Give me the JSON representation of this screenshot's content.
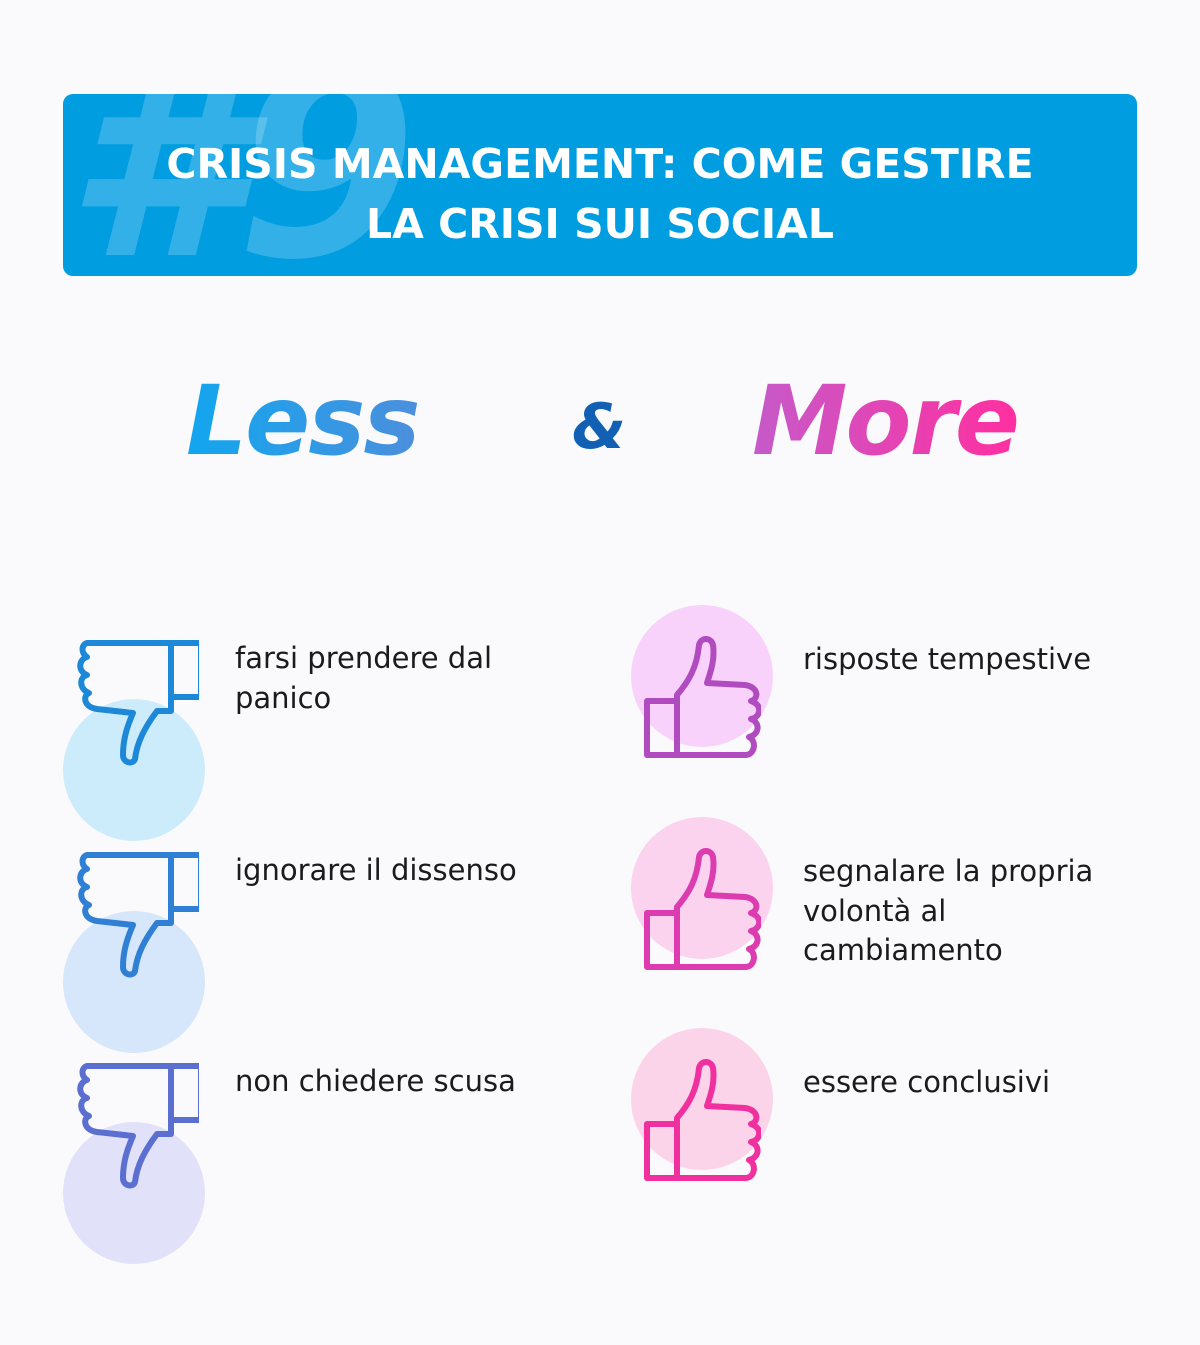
{
  "banner": {
    "watermark": "#9",
    "title_line1": "CRISIS MANAGEMENT: COME GESTIRE",
    "title_line2": "LA CRISI SUI SOCIAL",
    "color": "#009de1"
  },
  "headings": {
    "less": "Less",
    "amp": "&",
    "more": "More"
  },
  "less_items": [
    {
      "icon": "thumbs-down-icon",
      "label": "farsi prendere dal panico",
      "stroke": "#1e88d8",
      "bg": "#cdecfb"
    },
    {
      "icon": "thumbs-down-icon",
      "label": "ignorare il dissenso",
      "stroke": "#2f7fd4",
      "bg": "#d6e6fb"
    },
    {
      "icon": "thumbs-down-icon",
      "label": "non chiedere scusa",
      "stroke": "#5a6fcf",
      "bg": "#e1e1f9"
    }
  ],
  "more_items": [
    {
      "icon": "thumbs-up-icon",
      "label": "risposte tempestive",
      "stroke": "#b04cc0",
      "bg": "#f8d2fa"
    },
    {
      "icon": "thumbs-up-icon",
      "label": "segnalare la propria volontà al cambiamento",
      "stroke": "#dc3cb0",
      "bg": "#fbd3ee"
    },
    {
      "icon": "thumbs-up-icon",
      "label": "essere conclusivi",
      "stroke": "#f0309f",
      "bg": "#fcd4ea"
    }
  ]
}
